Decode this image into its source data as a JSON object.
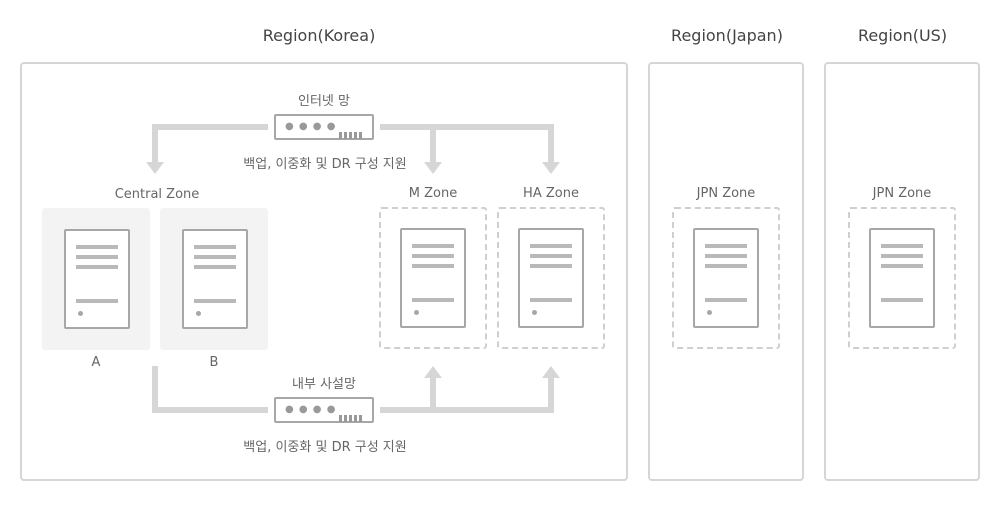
{
  "regions": {
    "korea": "Region(Korea)",
    "japan": "Region(Japan)",
    "us": "Region(US)"
  },
  "networks": {
    "internet": "인터넷 망",
    "internal": "내부 사설망",
    "internet_caption": "백업, 이중화 및 DR 구성 지원",
    "internal_caption": "백업, 이중화 및 DR 구성 지원"
  },
  "zones": {
    "central": "Central Zone",
    "m": "M Zone",
    "ha": "HA Zone",
    "jpn": "JPN Zone",
    "us": "JPN Zone"
  },
  "servers": {
    "a": "A",
    "b": "B"
  },
  "colors": {
    "connector": "#d6d6d6",
    "border": "#d6d6d6",
    "device": "#a7a7a7"
  }
}
